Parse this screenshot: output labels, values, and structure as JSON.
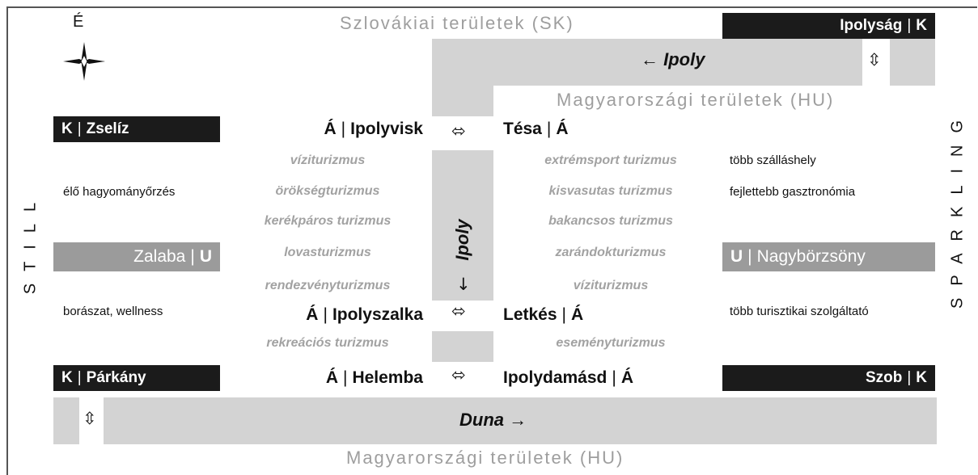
{
  "header": {
    "slovak_territories": "Szlovákiai területek (SK)",
    "hungarian_territories_upper": "Magyarországi területek (HU)",
    "hungarian_territories_lower": "Magyarországi területek (HU)"
  },
  "compass": {
    "north_label": "É",
    "icon": "compass-star-icon"
  },
  "side_labels": {
    "left": "STILL",
    "right": "SPARKLING"
  },
  "rivers": {
    "ipoly_top": "← Ipoly",
    "ipoly_vertical": "Ipoly",
    "ipoly_vertical_arrow": "↓",
    "duna": "Duna →",
    "border_arrow_top": "⇳",
    "border_arrow_bottom": "⇳",
    "crossing_arrow": "⬄"
  },
  "black_bars": {
    "ipolysag": {
      "name": "Ipolyság",
      "code": "K"
    },
    "zseliz": {
      "code": "K",
      "name": "Zselíz"
    },
    "parkany": {
      "code": "K",
      "name": "Párkány"
    },
    "szob": {
      "name": "Szob",
      "code": "K"
    }
  },
  "gray_bars": {
    "zalaba": {
      "name": "Zalaba",
      "code": "U"
    },
    "nagyborzsony": {
      "code": "U",
      "name": "Nagybörzsöny"
    }
  },
  "towns": {
    "ipolyvisk": {
      "code": "Á",
      "name": "Ipolyvisk"
    },
    "ipolyszalka": {
      "code": "Á",
      "name": "Ipolyszalka"
    },
    "helemba": {
      "code": "Á",
      "name": "Helemba"
    },
    "tesa": {
      "name": "Tésa",
      "code": "Á"
    },
    "letkes": {
      "name": "Letkés",
      "code": "Á"
    },
    "ipolydamasd": {
      "name": "Ipolydamásd",
      "code": "Á"
    }
  },
  "tourism_left": [
    "víziturizmus",
    "örökségturizmus",
    "kerékpáros turizmus",
    "lovasturizmus",
    "rendezvényturizmus",
    "rekreációs turizmus"
  ],
  "tourism_right": [
    "extrémsport turizmus",
    "kisvasutas turizmus",
    "bakancsos turizmus",
    "zarándokturizmus",
    "víziturizmus",
    "eseményturizmus"
  ],
  "notes": {
    "left_1": "élő hagyományőrzés",
    "left_2": "borászat, wellness",
    "right_1": "több szálláshely",
    "right_2": "fejlettebb gasztronómia",
    "right_3": "több turisztikai szolgáltató"
  }
}
